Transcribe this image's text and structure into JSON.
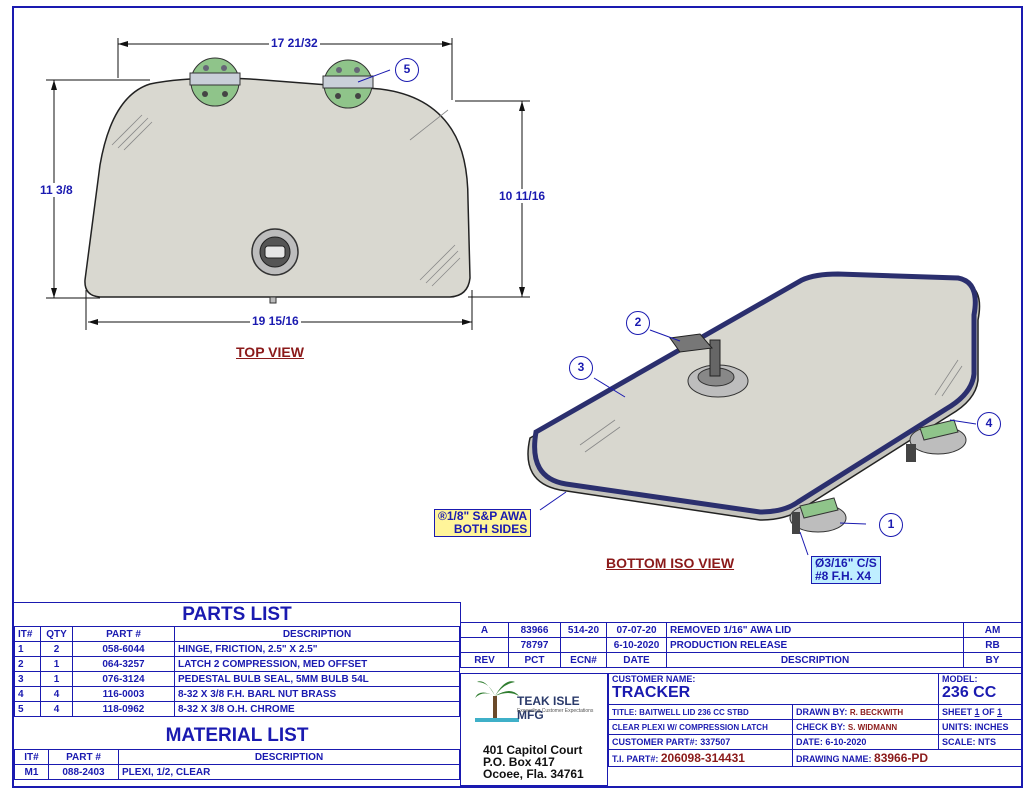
{
  "views": {
    "top_view_label": "TOP VIEW",
    "bottom_view_label": "BOTTOM ISO VIEW"
  },
  "dimensions": {
    "top_width": "17 21/32",
    "bottom_width": "19 15/16",
    "left_height": "11 3/8",
    "right_height": "10 11/16"
  },
  "callouts": {
    "awa_line1": "®1/8\" S&P AWA",
    "awa_line2": "BOTH SIDES",
    "cs_line1": "Ø3/16\" C/S",
    "cs_line2": "#8 F.H. X4"
  },
  "balloons": [
    "1",
    "2",
    "3",
    "4",
    "5"
  ],
  "parts_list": {
    "title": "PARTS LIST",
    "headers": [
      "IT#",
      "QTY",
      "PART #",
      "DESCRIPTION"
    ],
    "rows": [
      [
        "1",
        "2",
        "058-6044",
        "HINGE, FRICTION, 2.5\" X 2.5\""
      ],
      [
        "2",
        "1",
        "064-3257",
        "LATCH 2 COMPRESSION, MED OFFSET"
      ],
      [
        "3",
        "1",
        "076-3124",
        "PEDESTAL BULB SEAL, 5MM BULB 54L"
      ],
      [
        "4",
        "4",
        "116-0003",
        "8-32 X 3/8 F.H. BARL NUT BRASS"
      ],
      [
        "5",
        "4",
        "118-0962",
        "8-32 X 3/8 O.H. CHROME"
      ]
    ]
  },
  "material_list": {
    "title": "MATERIAL LIST",
    "headers": [
      "IT#",
      "PART #",
      "DESCRIPTION"
    ],
    "rows": [
      [
        "M1",
        "088-2403",
        "PLEXI, 1/2, CLEAR"
      ]
    ]
  },
  "revisions": {
    "rows": [
      [
        "A",
        "83966",
        "514-20",
        "07-07-20",
        "REMOVED 1/16\" AWA LID",
        "AM"
      ],
      [
        "",
        "78797",
        "",
        "6-10-2020",
        "PRODUCTION RELEASE",
        "RB"
      ]
    ],
    "headers": [
      "REV",
      "PCT",
      "ECN#",
      "DATE",
      "DESCRIPTION",
      "BY"
    ]
  },
  "company": {
    "name": "TEAK ISLE MFG",
    "tagline": "Exceeding Customer Expectations",
    "address1": "401 Capitol Court",
    "address2": "P.O. Box 417",
    "address3": "Ocoee, Fla. 34761"
  },
  "title_block": {
    "customer_name_label": "CUSTOMER NAME:",
    "customer_name": "TRACKER",
    "model_label": "MODEL:",
    "model": "236 CC",
    "title_label": "TITLE:",
    "title": "BAITWELL LID 236 CC STBD",
    "title_line2": "CLEAR PLEXI W/ COMPRESSION LATCH",
    "drawn_by_label": "DRAWN BY:",
    "drawn_by": "R. BECKWITH",
    "check_by_label": "CHECK BY:",
    "check_by": "S. WIDMANN",
    "sheet_label": "SHEET",
    "sheet_num": "1",
    "sheet_of": "OF",
    "sheet_total": "1",
    "units_label": "UNITS:",
    "units": "INCHES",
    "customer_part_label": "CUSTOMER PART#:",
    "customer_part": "337507",
    "date_label": "DATE:",
    "date": "6-10-2020",
    "scale_label": "SCALE:",
    "scale": "NTS",
    "ti_part_label": "T.I. PART#:",
    "ti_part": "206098-314431",
    "drawing_name_label": "DRAWING NAME:",
    "drawing_name": "83966-PD"
  },
  "colors": {
    "line_blue": "#1a1ab0",
    "label_red": "#8b1a1a",
    "lid_fill": "#d9d8d0",
    "hinge_green": "#8fc48a",
    "seal_blue": "#2b2f6e",
    "callout_yellow": "#fff59a",
    "callout_cyan": "#bfeeff"
  }
}
